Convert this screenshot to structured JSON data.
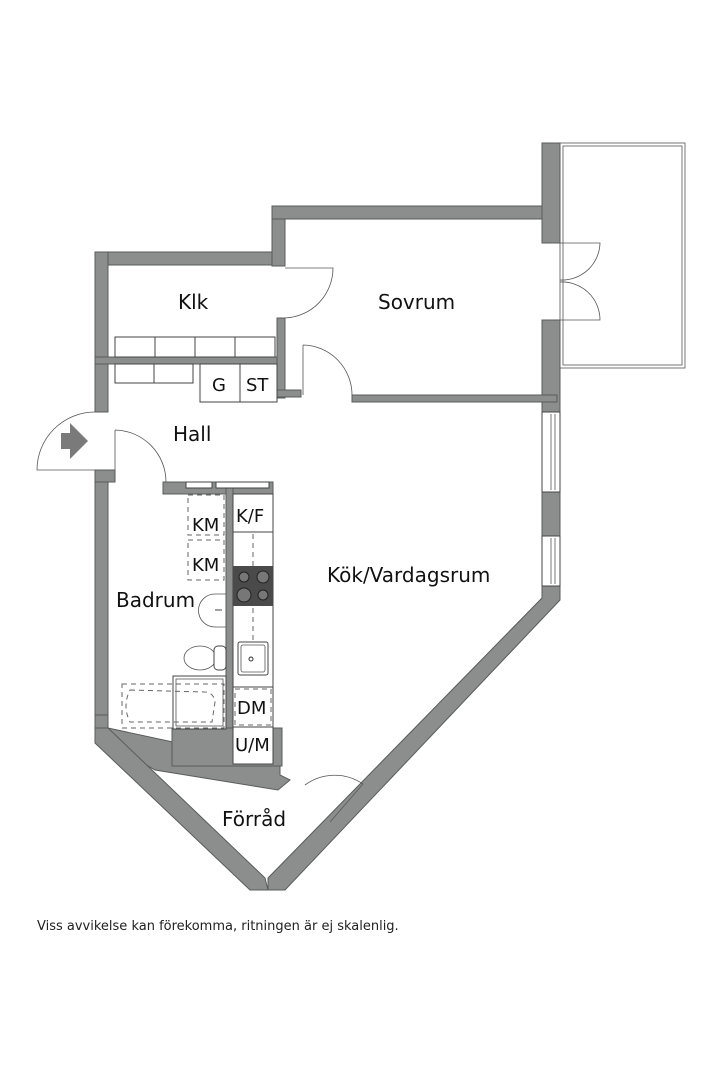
{
  "floorplan": {
    "rooms": [
      {
        "id": "klk",
        "label": "Klk"
      },
      {
        "id": "sovrum",
        "label": "Sovrum"
      },
      {
        "id": "hall",
        "label": "Hall"
      },
      {
        "id": "badrum",
        "label": "Badrum"
      },
      {
        "id": "kok_vardagsrum",
        "label": "Kök/Vardagsrum"
      },
      {
        "id": "forrad",
        "label": "Förråd"
      }
    ],
    "fixtures": {
      "g": "G",
      "st": "ST",
      "km1": "KM",
      "km2": "KM",
      "kf": "K/F",
      "dm": "DM",
      "um": "U/M"
    },
    "entrance_icon": "entrance-arrow-icon",
    "colors": {
      "wall": "#8c8e8e",
      "line": "#444444",
      "stove": "#4a4a4a",
      "background": "#ffffff"
    }
  },
  "footer": {
    "disclaimer": "Viss avvikelse kan förekomma, ritningen är ej skalenlig."
  }
}
